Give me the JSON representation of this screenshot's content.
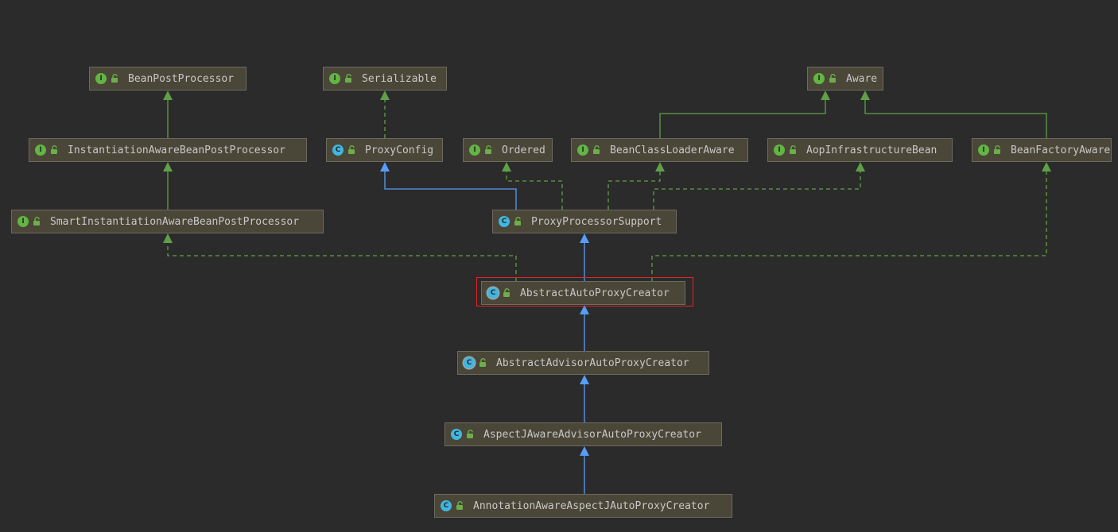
{
  "diagram": {
    "highlight_node": "AbstractAutoProxyCreator",
    "colors": {
      "background": "#2b2b2b",
      "node_fill": "#4a4638",
      "extends_edge": "#589df6",
      "implements_edge": "#5f9f48",
      "interface_badge": "#62b543",
      "class_badge": "#40b6e0",
      "highlight": "#e0252b"
    },
    "nodes": [
      {
        "id": "BeanPostProcessor",
        "label": "BeanPostProcessor",
        "kind": "interface",
        "badge": "I"
      },
      {
        "id": "Serializable",
        "label": "Serializable",
        "kind": "interface",
        "badge": "I"
      },
      {
        "id": "Aware",
        "label": "Aware",
        "kind": "interface",
        "badge": "I"
      },
      {
        "id": "InstantiationAwareBeanPostProcessor",
        "label": "InstantiationAwareBeanPostProcessor",
        "kind": "interface",
        "badge": "I"
      },
      {
        "id": "ProxyConfig",
        "label": "ProxyConfig",
        "kind": "class",
        "badge": "C"
      },
      {
        "id": "Ordered",
        "label": "Ordered",
        "kind": "interface",
        "badge": "I"
      },
      {
        "id": "BeanClassLoaderAware",
        "label": "BeanClassLoaderAware",
        "kind": "interface",
        "badge": "I"
      },
      {
        "id": "AopInfrastructureBean",
        "label": "AopInfrastructureBean",
        "kind": "interface",
        "badge": "I"
      },
      {
        "id": "BeanFactoryAware",
        "label": "BeanFactoryAware",
        "kind": "interface",
        "badge": "I"
      },
      {
        "id": "SmartInstantiationAwareBeanPostProcessor",
        "label": "SmartInstantiationAwareBeanPostProcessor",
        "kind": "interface",
        "badge": "I"
      },
      {
        "id": "ProxyProcessorSupport",
        "label": "ProxyProcessorSupport",
        "kind": "class",
        "badge": "C"
      },
      {
        "id": "AbstractAutoProxyCreator",
        "label": "AbstractAutoProxyCreator",
        "kind": "abstract",
        "badge": "C"
      },
      {
        "id": "AbstractAdvisorAutoProxyCreator",
        "label": "AbstractAdvisorAutoProxyCreator",
        "kind": "abstract",
        "badge": "C"
      },
      {
        "id": "AspectJAwareAdvisorAutoProxyCreator",
        "label": "AspectJAwareAdvisorAutoProxyCreator",
        "kind": "class",
        "badge": "C"
      },
      {
        "id": "AnnotationAwareAspectJAutoProxyCreator",
        "label": "AnnotationAwareAspectJAutoProxyCreator",
        "kind": "class",
        "badge": "C"
      }
    ],
    "edges": [
      {
        "from": "InstantiationAwareBeanPostProcessor",
        "to": "BeanPostProcessor",
        "type": "interface-extends"
      },
      {
        "from": "SmartInstantiationAwareBeanPostProcessor",
        "to": "InstantiationAwareBeanPostProcessor",
        "type": "interface-extends"
      },
      {
        "from": "ProxyConfig",
        "to": "Serializable",
        "type": "implements"
      },
      {
        "from": "BeanClassLoaderAware",
        "to": "Aware",
        "type": "interface-extends"
      },
      {
        "from": "BeanFactoryAware",
        "to": "Aware",
        "type": "interface-extends"
      },
      {
        "from": "ProxyProcessorSupport",
        "to": "ProxyConfig",
        "type": "extends"
      },
      {
        "from": "ProxyProcessorSupport",
        "to": "Ordered",
        "type": "implements"
      },
      {
        "from": "ProxyProcessorSupport",
        "to": "BeanClassLoaderAware",
        "type": "implements"
      },
      {
        "from": "ProxyProcessorSupport",
        "to": "AopInfrastructureBean",
        "type": "implements"
      },
      {
        "from": "AbstractAutoProxyCreator",
        "to": "ProxyProcessorSupport",
        "type": "extends"
      },
      {
        "from": "AbstractAutoProxyCreator",
        "to": "SmartInstantiationAwareBeanPostProcessor",
        "type": "implements"
      },
      {
        "from": "AbstractAutoProxyCreator",
        "to": "BeanFactoryAware",
        "type": "implements"
      },
      {
        "from": "AbstractAdvisorAutoProxyCreator",
        "to": "AbstractAutoProxyCreator",
        "type": "extends"
      },
      {
        "from": "AspectJAwareAdvisorAutoProxyCreator",
        "to": "AbstractAdvisorAutoProxyCreator",
        "type": "extends"
      },
      {
        "from": "AnnotationAwareAspectJAutoProxyCreator",
        "to": "AspectJAwareAdvisorAutoProxyCreator",
        "type": "extends"
      }
    ]
  }
}
